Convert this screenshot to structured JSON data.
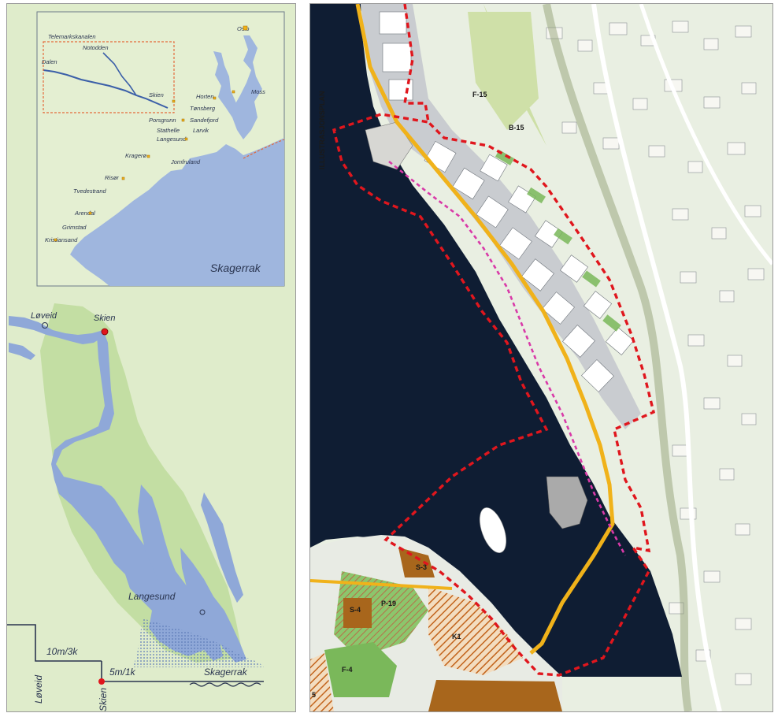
{
  "colors": {
    "land": "#dfeccb",
    "water": "#8fa8d8",
    "sea_dark": "#0f1d33",
    "zone_boundary": "#e0161d",
    "road_yellow": "#f0b21a",
    "promenade_magenta": "#d93aa8",
    "green_area": "#7ab85a",
    "brown_area": "#a8661c"
  },
  "overview_map": {
    "places": [
      "Telemarkskanalen",
      "Notodden",
      "Dalen",
      "Skien",
      "Horten",
      "Tønsberg",
      "Porsgrunn",
      "Sandefjord",
      "Stathelle",
      "Larvik",
      "Langesund",
      "Kragerø",
      "Jomfruland",
      "Risør",
      "Tvedestrand",
      "Arendal",
      "Grimstad",
      "Kristiansand",
      "Oslo",
      "Moss"
    ],
    "sea": "Skagerrak"
  },
  "detail_map": {
    "places": [
      "Løveid",
      "Skien",
      "Langesund"
    ],
    "strip_labels": [
      "10m/3k",
      "5m/1k",
      "Skagerrak",
      "Løveid",
      "Skien"
    ]
  },
  "plan": {
    "title": "ILLUSTRASJONSPLAN",
    "zones": [
      "F-15",
      "B-15",
      "S-3",
      "S-4",
      "P-19",
      "K1",
      "F-4",
      "5"
    ]
  }
}
